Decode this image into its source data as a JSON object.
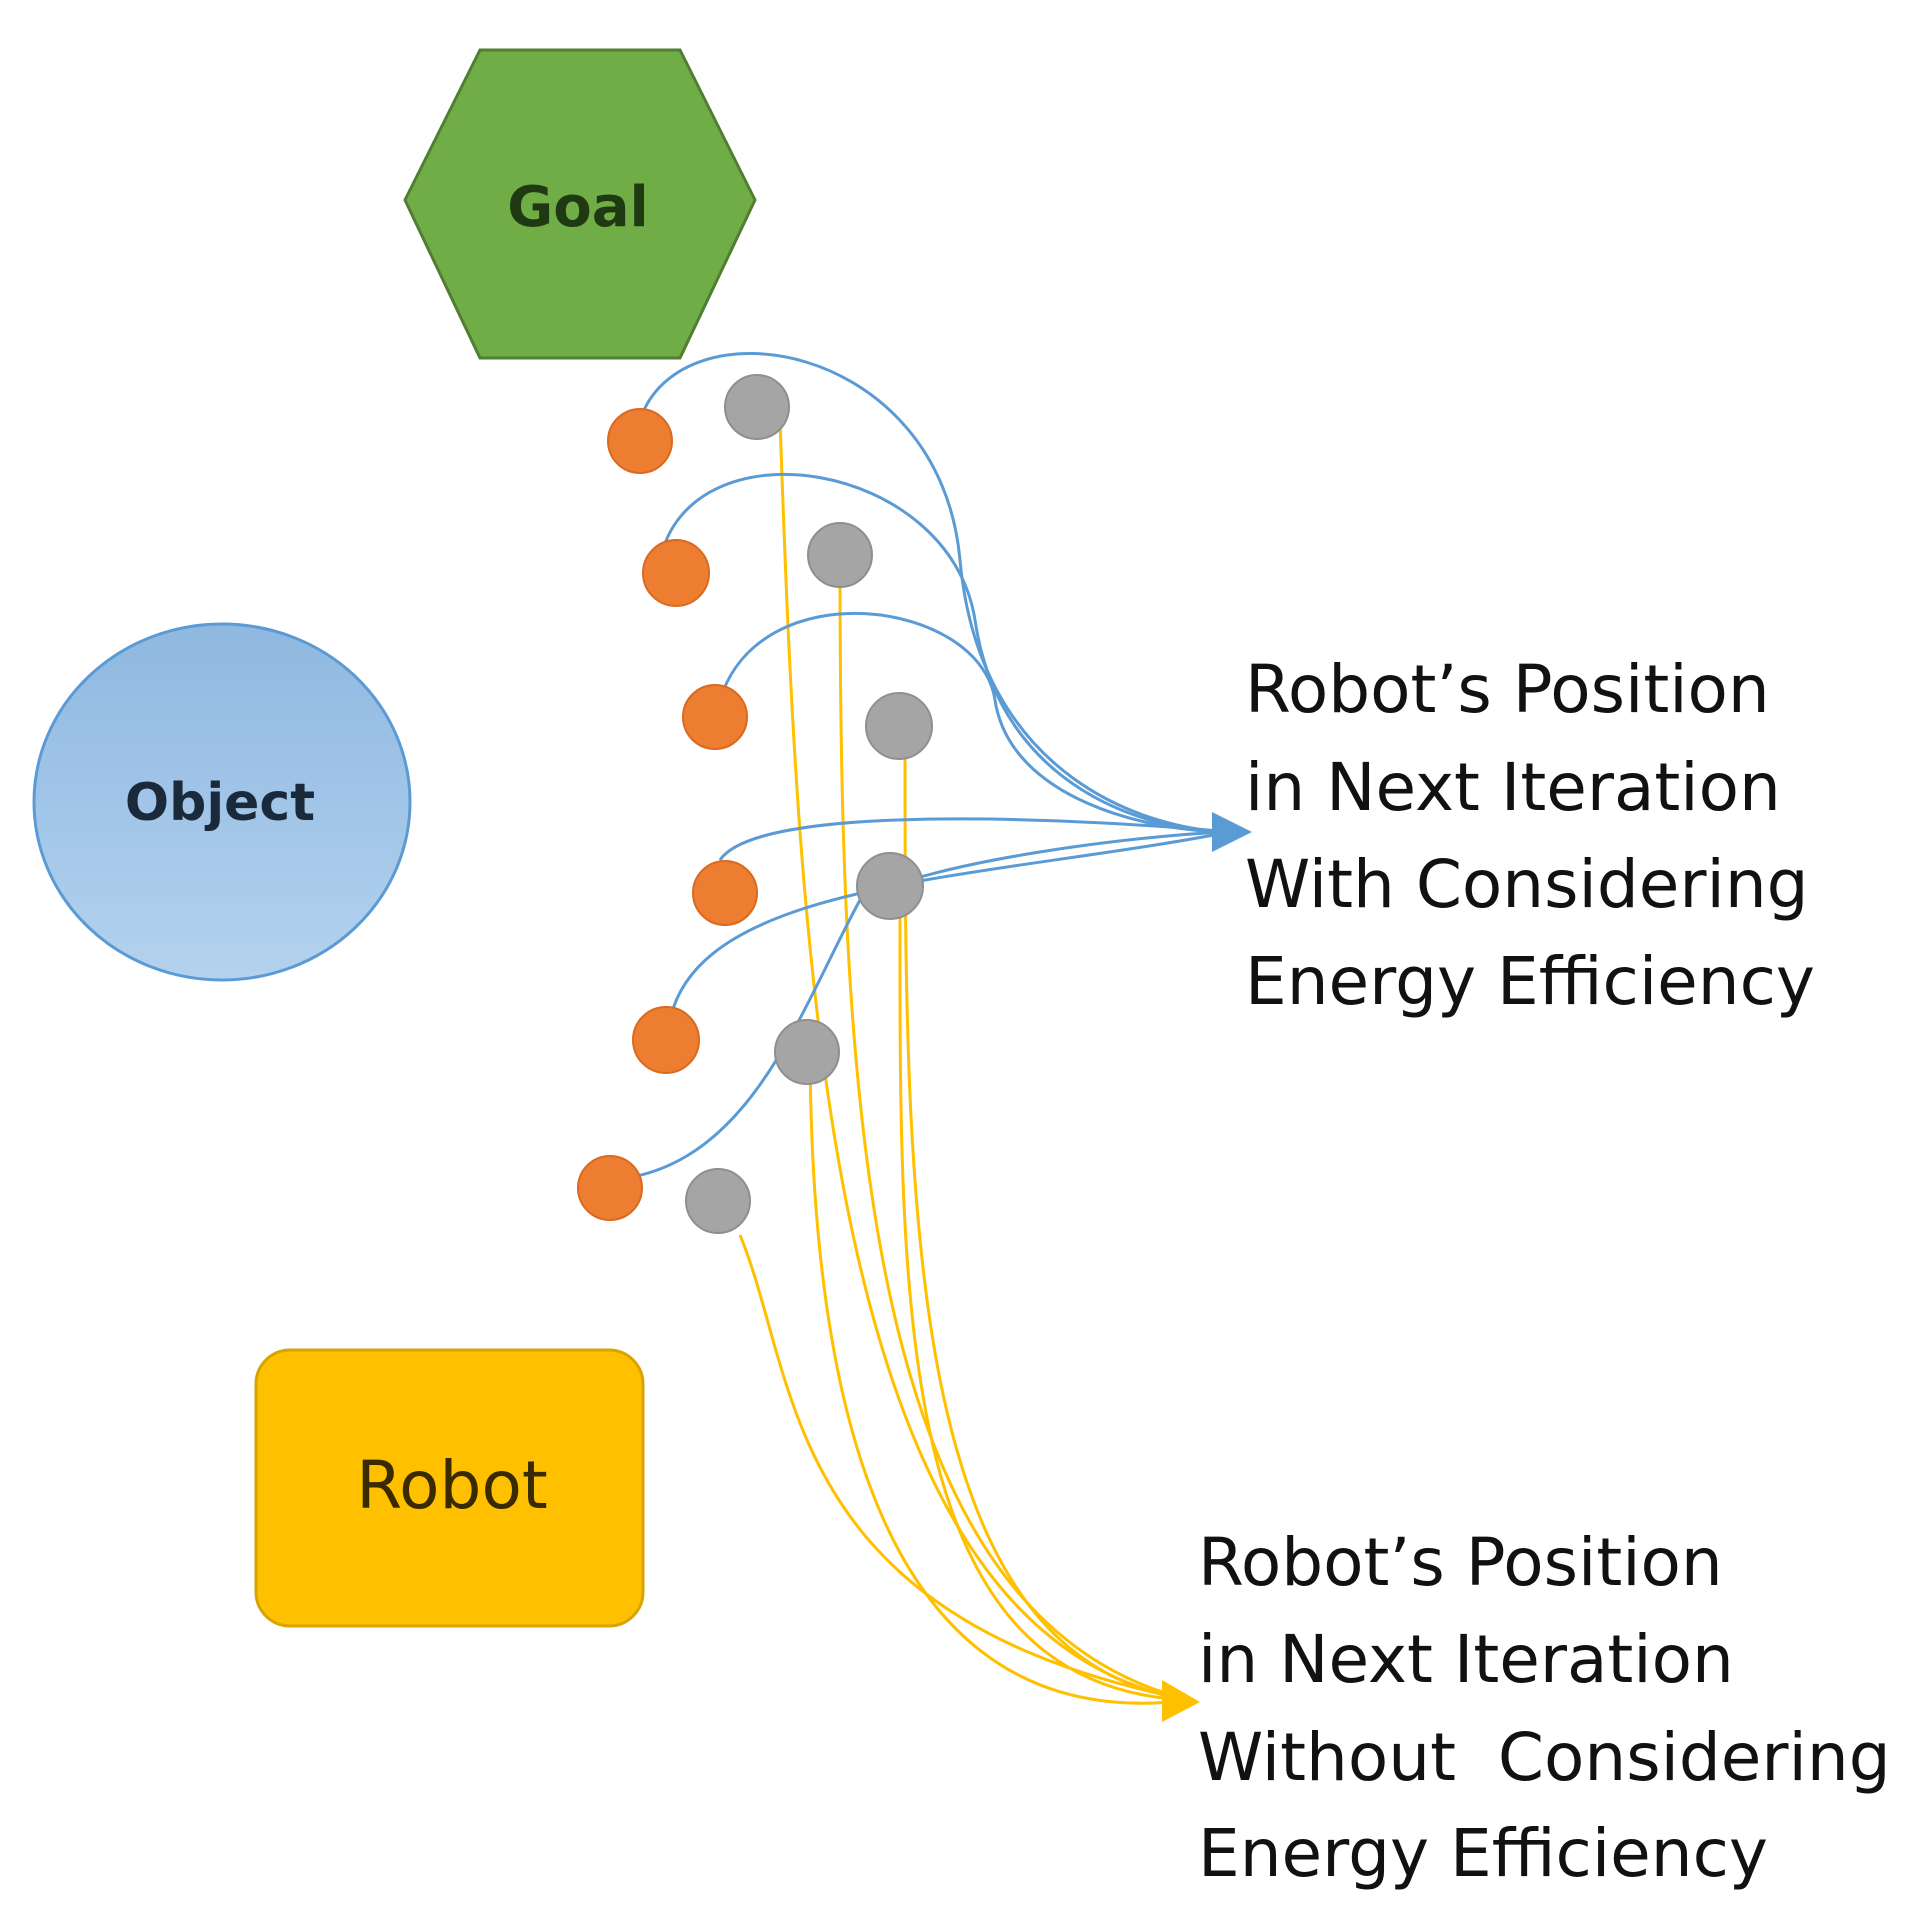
{
  "nodes": {
    "goal": {
      "label": "Goal",
      "fill": "#70ad47",
      "stroke": "#507e32",
      "text_color": "#1f3a12"
    },
    "object": {
      "label": "Object",
      "fill": "#9dc3e6",
      "stroke": "#5b9bd5",
      "text_color": "#1a2a3a"
    },
    "robot": {
      "label": "Robot",
      "fill": "#ffc000",
      "stroke": "#d9a300",
      "text_color": "#3a2a00"
    }
  },
  "captions": {
    "with_efficiency": [
      "Robot’s Position",
      "in Next Iteration",
      "With Considering",
      "Energy Efficiency"
    ],
    "without_efficiency": [
      "Robot’s Position",
      "in Next Iteration",
      "Without  Considering",
      "Energy Efficiency"
    ]
  },
  "colors": {
    "orange_particle": "#ed7d31",
    "gray_particle": "#a5a5a5",
    "blue_path": "#5b9bd5",
    "yellow_path": "#ffc000"
  }
}
